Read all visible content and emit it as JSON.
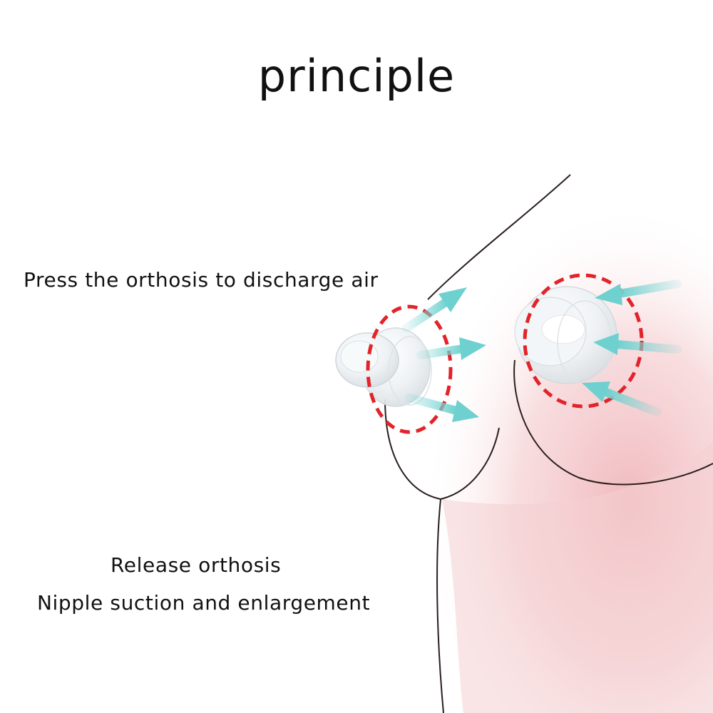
{
  "title": "principle",
  "captions": {
    "press": "Press the orthosis to discharge air",
    "release": "Release orthosis",
    "suction": "Nipple suction and enlargement"
  },
  "colors": {
    "skin": "#f3c5c8",
    "outline": "#2a1e1e",
    "dashed_circle": "#e2232a",
    "arrow": "#7ad6d4",
    "device": "#eef3f5"
  }
}
